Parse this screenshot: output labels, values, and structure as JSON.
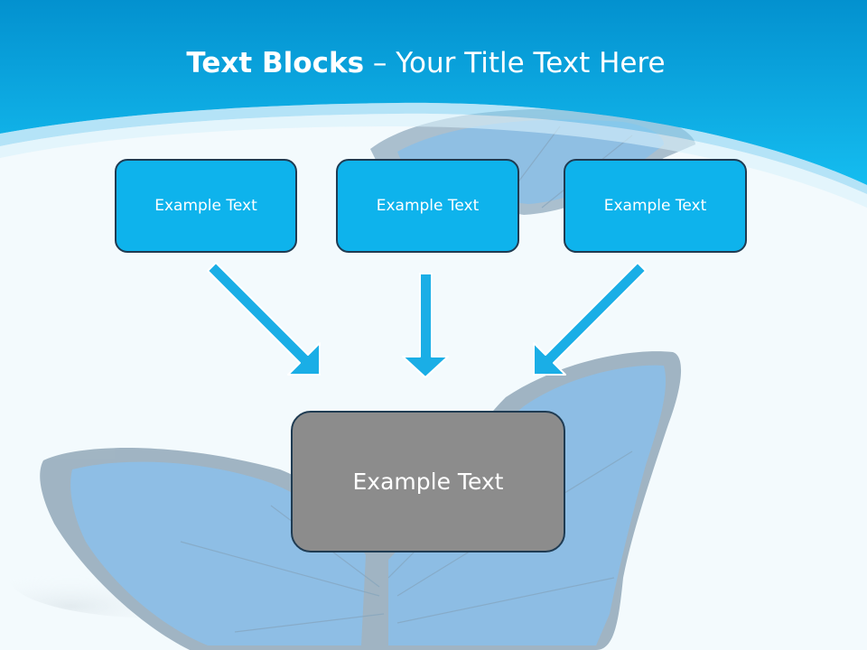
{
  "slide": {
    "title_bold": "Text Blocks",
    "title_dash": " – ",
    "title_rest": "Your Title Text Here"
  },
  "boxes": {
    "top_left": "Example Text",
    "top_middle": "Example Text",
    "top_right": "Example Text",
    "bottom": "Example Text"
  },
  "colors": {
    "header_blue": "#0aa8e4",
    "box_blue": "#0eb3ec",
    "box_gray": "#8c8c8c",
    "arrow_blue": "#1aaee6",
    "background": "#f3fafd"
  }
}
